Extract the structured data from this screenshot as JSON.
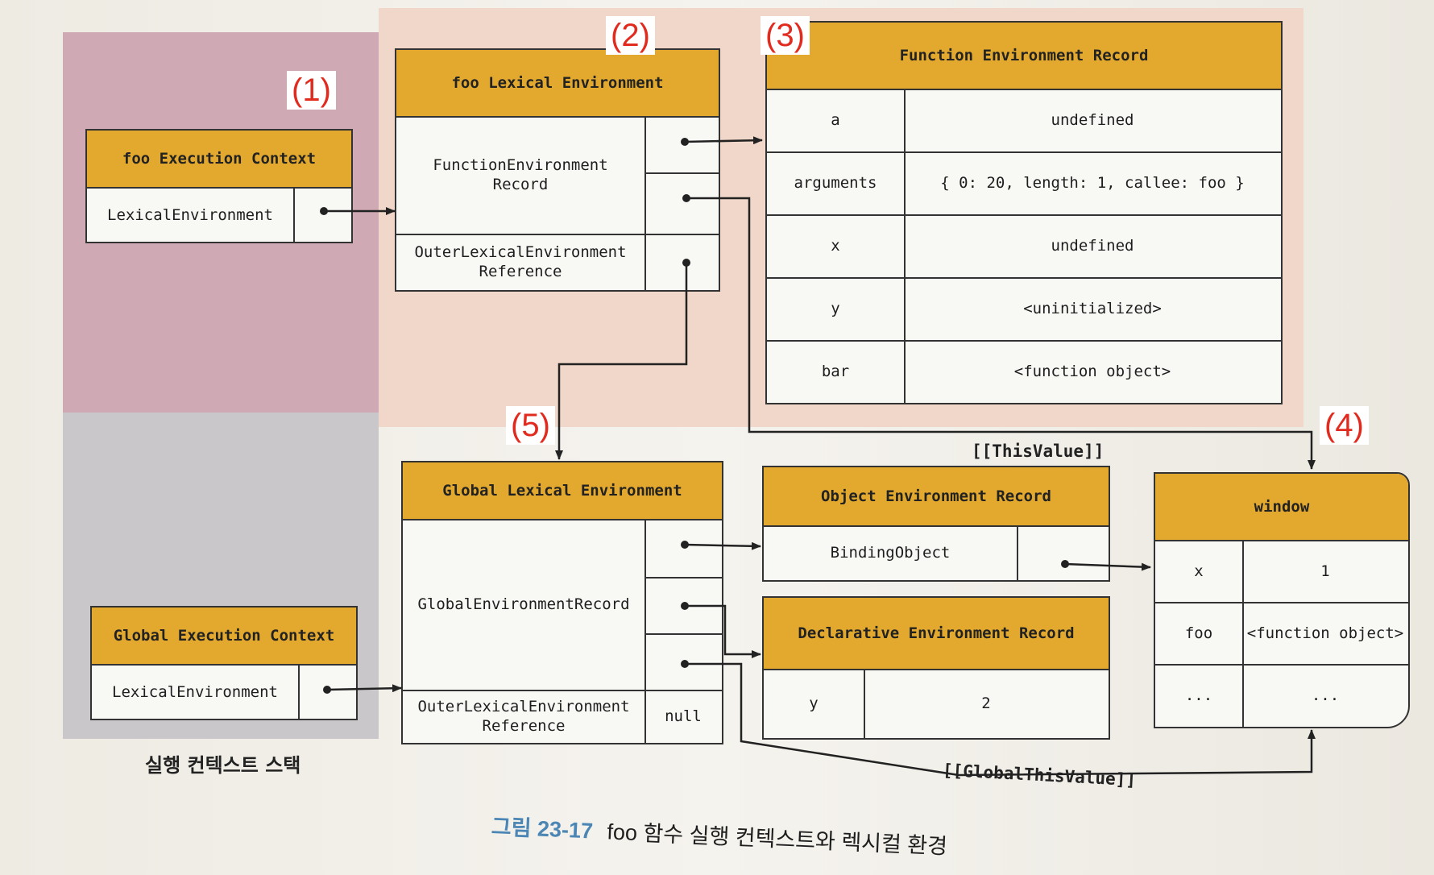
{
  "markers": [
    "(1)",
    "(2)",
    "(3)",
    "(4)",
    "(5)"
  ],
  "foo_execution_context": {
    "title": "foo Execution Context",
    "field": "LexicalEnvironment"
  },
  "foo_lexical_environment": {
    "title": "foo Lexical Environment",
    "record_label": "FunctionEnvironment\nRecord",
    "outer_label": "OuterLexicalEnvironment\nReference"
  },
  "function_environment_record": {
    "title": "Function Environment Record",
    "rows": [
      {
        "key": "a",
        "value": "undefined"
      },
      {
        "key": "arguments",
        "value": "{ 0: 20, length: 1, callee: foo }"
      },
      {
        "key": "x",
        "value": "undefined"
      },
      {
        "key": "y",
        "value": "<uninitialized>"
      },
      {
        "key": "bar",
        "value": "<function object>"
      }
    ]
  },
  "global_lexical_environment": {
    "title": "Global Lexical Environment",
    "record_label": "GlobalEnvironmentRecord",
    "outer_label": "OuterLexicalEnvironment\nReference",
    "outer_value": "null"
  },
  "global_execution_context": {
    "title": "Global Execution Context",
    "field": "LexicalEnvironment"
  },
  "object_environment_record": {
    "title": "Object Environment Record",
    "field": "BindingObject"
  },
  "declarative_environment_record": {
    "title": "Declarative Environment Record",
    "rows": [
      {
        "key": "y",
        "value": "2"
      }
    ]
  },
  "window_object": {
    "title": "window",
    "rows": [
      {
        "key": "x",
        "value": "1"
      },
      {
        "key": "foo",
        "value": "<function object>"
      },
      {
        "key": "...",
        "value": "..."
      }
    ]
  },
  "edge_labels": {
    "this_value": "[[ThisValue]]",
    "global_this_value": "[[GlobalThisValue]]"
  },
  "stack_label": "실행 컨텍스트 스택",
  "caption": {
    "label": "그림 23-17",
    "text": "foo 함수 실행 컨텍스트와 렉시컬 환경"
  }
}
